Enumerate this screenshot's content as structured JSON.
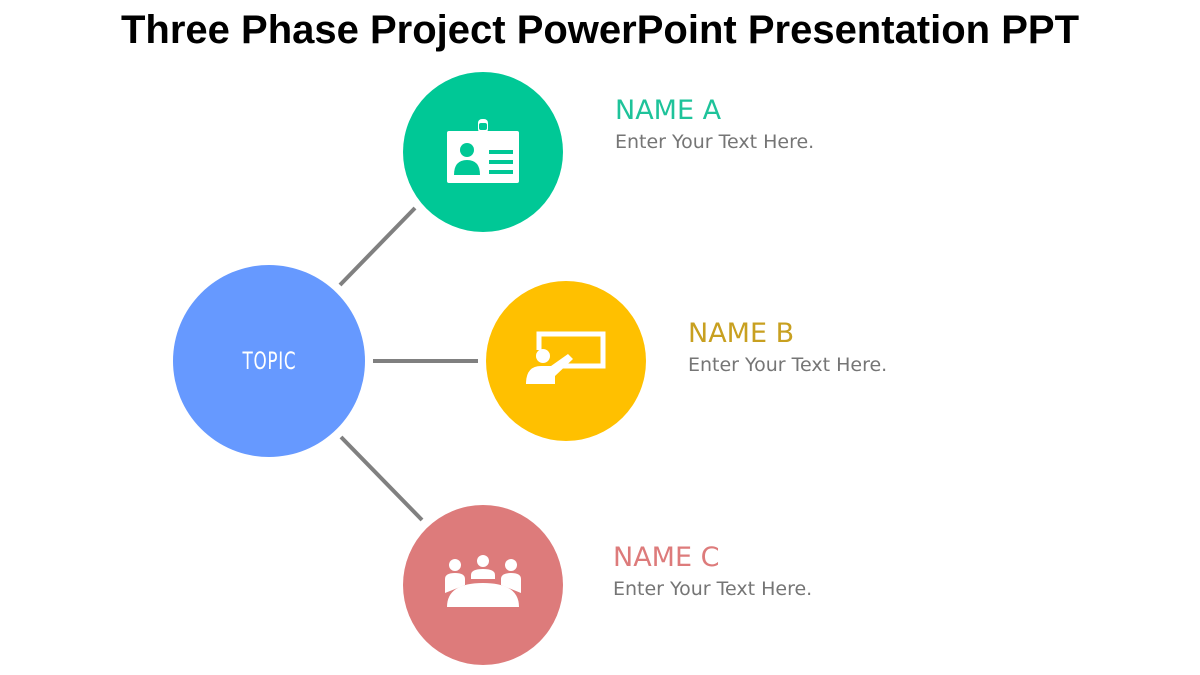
{
  "title": "Three Phase Project PowerPoint Presentation PPT",
  "topic": {
    "label": "TOPIC",
    "color": "#6699FF"
  },
  "connector_color": "#808080",
  "nodes": [
    {
      "name": "NAME A",
      "text": "Enter Your Text Here.",
      "color": "#00C896",
      "name_color": "#1EC39A",
      "icon": "id-card-icon"
    },
    {
      "name": "NAME B",
      "text": "Enter Your Text Here.",
      "color": "#FFC000",
      "name_color": "#C8A020",
      "icon": "presentation-board-icon"
    },
    {
      "name": "NAME C",
      "text": "Enter Your Text Here.",
      "color": "#DD7B7B",
      "name_color": "#DD7B7B",
      "icon": "meeting-group-icon"
    }
  ]
}
